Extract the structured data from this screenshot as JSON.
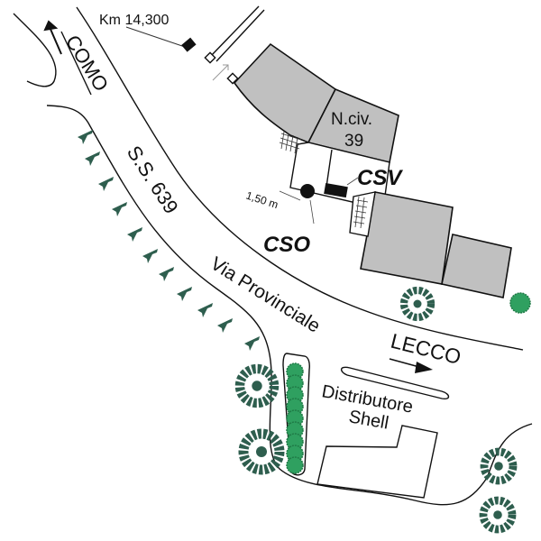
{
  "map": {
    "labels": {
      "km_marker": "Km 14,300",
      "direction_north": "COMO",
      "road_name": "S.S. 639",
      "street_name": "Via Provinciale",
      "direction_south": "LECCO",
      "building_number_line1": "N.civ.",
      "building_number_line2": "39",
      "csv": "CSV",
      "cso": "CSO",
      "distance": "1,50 m",
      "station_line1": "Distributore",
      "station_line2": "Shell"
    },
    "colors": {
      "building_fill": "#c0c0c0",
      "tree_dark": "#2e5e4e",
      "shrub_green": "#2fa060",
      "line": "#111111"
    }
  }
}
